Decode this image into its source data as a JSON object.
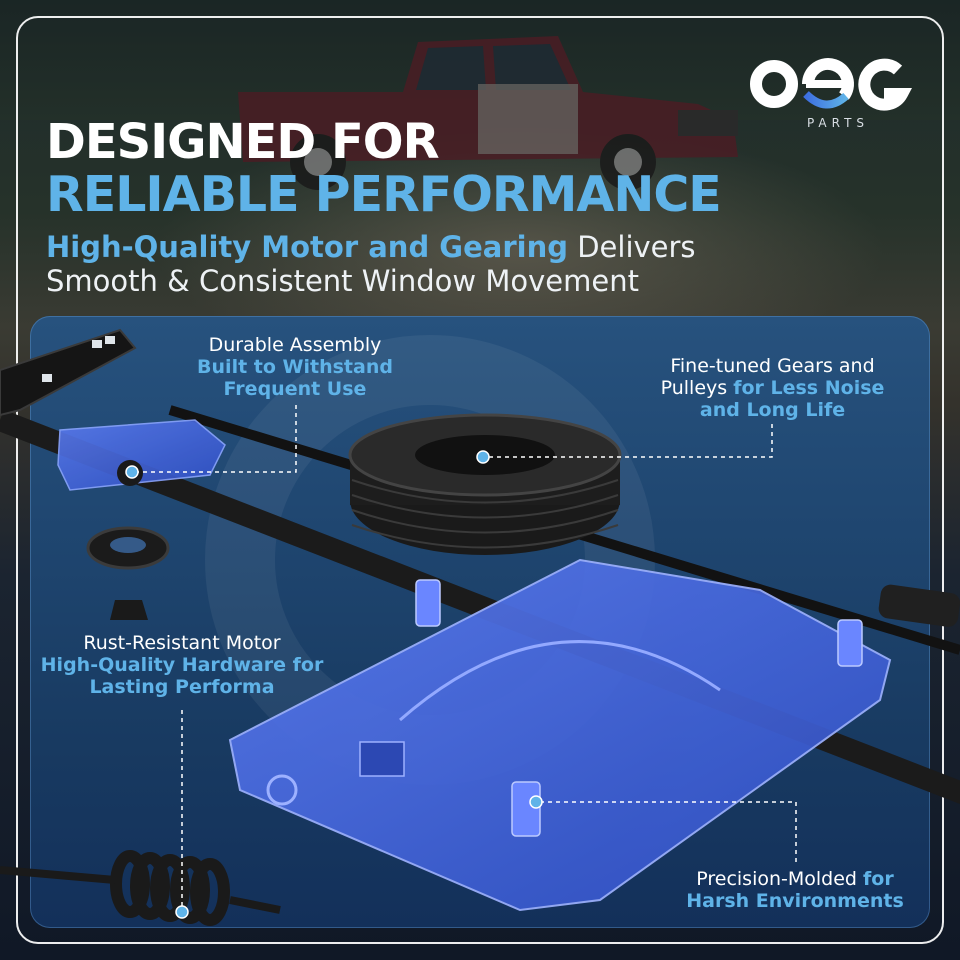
{
  "brand": {
    "logo_text": "OEG",
    "logo_sub": "PARTS"
  },
  "headline": {
    "line1": "DESIGNED FOR",
    "line2": "RELIABLE PERFORMANCE"
  },
  "subheadline": {
    "line1_accent": "High-Quality Motor and Gearing",
    "line1_rest": " Delivers",
    "line2": "Smooth & Consistent Window Movement"
  },
  "callouts": {
    "durable": {
      "title": "Durable Assembly",
      "accent_1": "Built to Withstand",
      "accent_2": "Frequent Use"
    },
    "gears": {
      "line1": "Fine-tuned Gears and",
      "line2_plain": "Pulleys ",
      "line2_accent": "for Less Noise",
      "line3_accent": "and Long Life"
    },
    "rust": {
      "title": "Rust-Resistant Motor",
      "accent_1": "High-Quality Hardware for",
      "accent_2": "Lasting Performa"
    },
    "precision": {
      "line1_plain": "Precision-Molded ",
      "line1_accent": "for",
      "line2_accent": "Harsh Environments"
    }
  },
  "colors": {
    "accent": "#5fb3e8",
    "panel": "#1f4670",
    "part_blue": "#3f63d8",
    "frame": "#ffffff"
  }
}
